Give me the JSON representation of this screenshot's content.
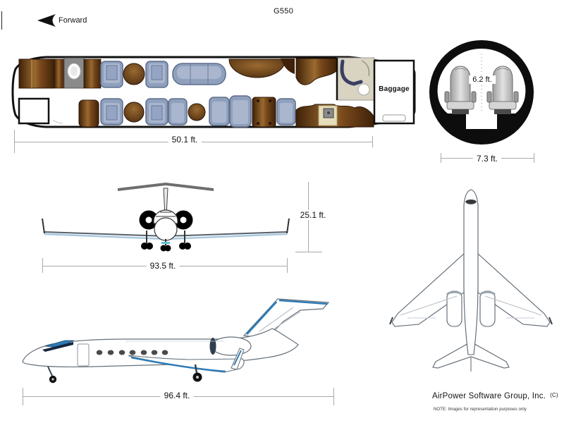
{
  "header": {
    "title": "G550",
    "forward_label": "Forward"
  },
  "cabin_plan": {
    "baggage_label": "Baggage",
    "length_label": "50.1 ft."
  },
  "cross_section": {
    "cabin_height_label": "6.2 ft.",
    "cabin_width_label": "7.3 ft."
  },
  "front_view": {
    "tail_height_label": "25.1 ft.",
    "wingspan_label": "93.5 ft."
  },
  "side_view": {
    "length_label": "96.4 ft."
  },
  "footer": {
    "company": "AirPower Software Group, Inc.",
    "copyright_mark": "(C)",
    "note": "NOTE: Images for representation purposes only"
  },
  "colors": {
    "wood_dark": "#4a2a0e",
    "wood_light": "#9a6a30",
    "seat_blue": "#8fa0bd",
    "seat_blue_light": "#a9b6ce",
    "accent_blue": "#2e7bb5",
    "navy": "#1a2a4a",
    "dim_line_gray": "#a9a9a9",
    "lavatory_beige": "#d9d3c2",
    "galley_gray": "#8a8a8a"
  }
}
